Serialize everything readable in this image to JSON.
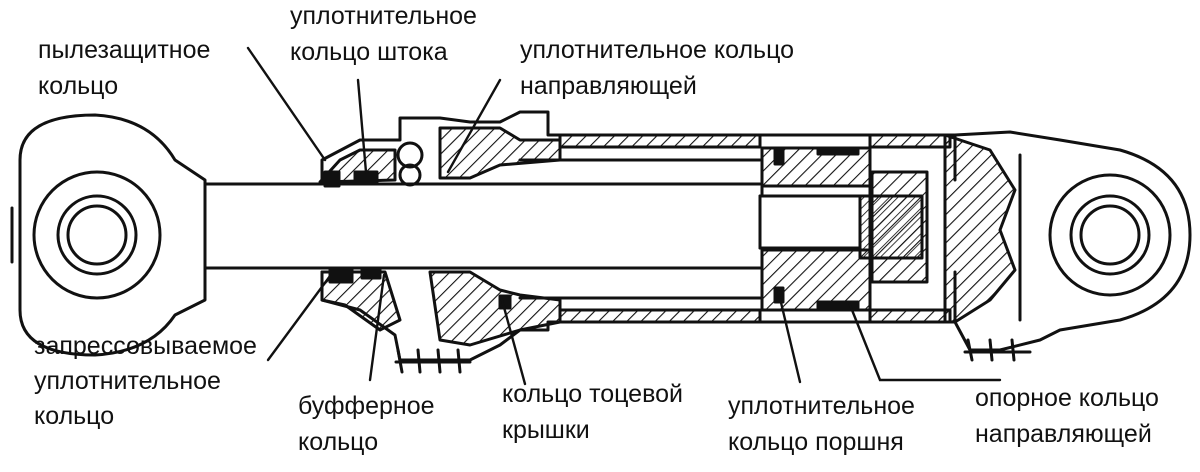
{
  "labels": {
    "wiper_ring": [
      "пылезащитное",
      "кольцо"
    ],
    "rod_seal": [
      "уплотнительное",
      "кольцо штока"
    ],
    "guide_seal": [
      "уплотнительное кольцо",
      "направляющей"
    ],
    "press_seal": [
      "запрессовываемое",
      "уплотнительное",
      "кольцо"
    ],
    "buffer_ring": [
      "буфферное",
      "кольцо"
    ],
    "end_cap_ring": [
      "кольцо тоцевой",
      "крышки"
    ],
    "piston_seal": [
      "уплотнительное",
      "кольцо поршня"
    ],
    "guide_support_ring": [
      "опорное кольцо",
      "направляющей"
    ]
  },
  "colors": {
    "ink": "#111111",
    "paper": "#ffffff"
  }
}
